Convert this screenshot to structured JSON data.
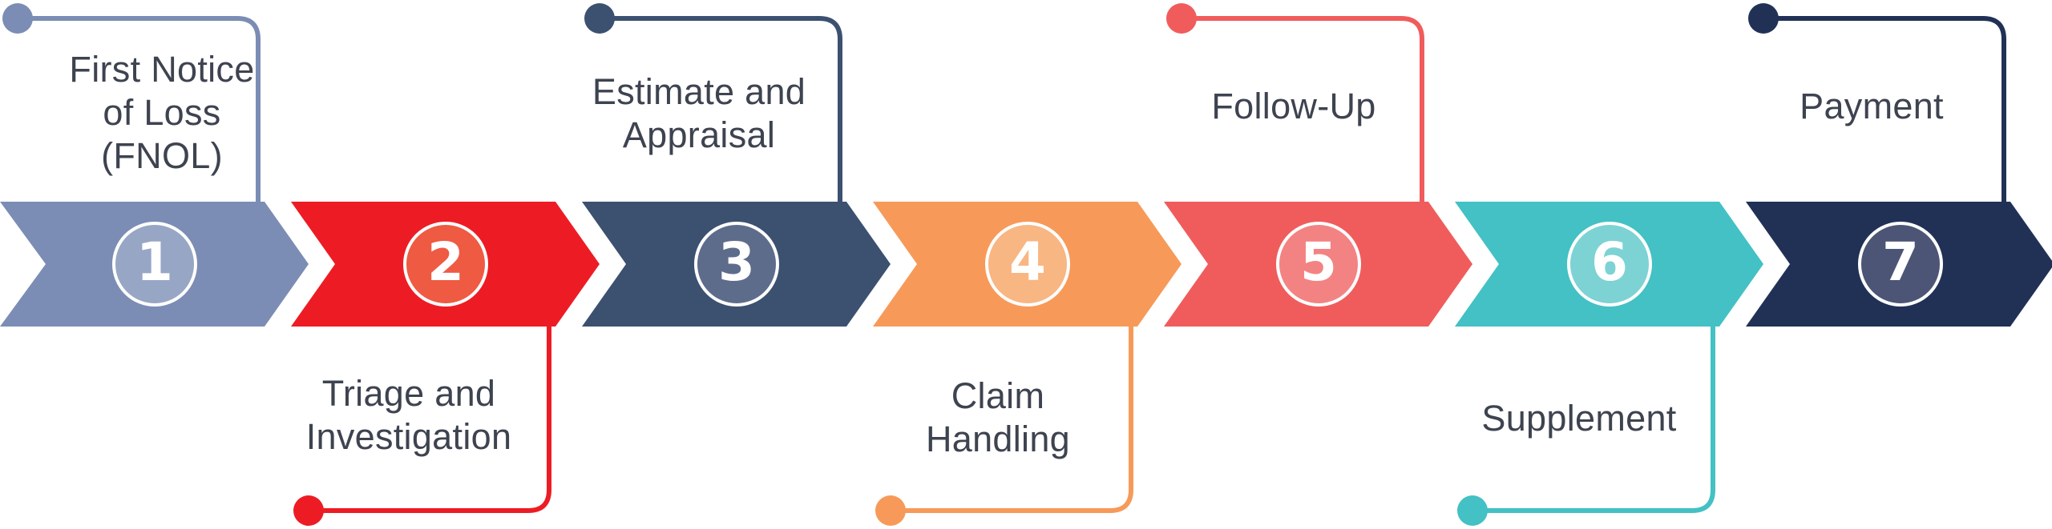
{
  "steps": [
    {
      "number": "1",
      "label": "First Notice\nof Loss\n(FNOL)",
      "color": "#7b8db4",
      "circle_fill": "#97a6c4",
      "label_side": "top"
    },
    {
      "number": "2",
      "label": "Triage and\nInvestigation",
      "color": "#ed1c24",
      "circle_fill": "#ef5a42",
      "label_side": "bottom"
    },
    {
      "number": "3",
      "label": "Estimate and\nAppraisal",
      "color": "#3c5070",
      "circle_fill": "#5e6c8c",
      "label_side": "top"
    },
    {
      "number": "4",
      "label": "Claim\nHandling",
      "color": "#f79a59",
      "circle_fill": "#f8b683",
      "label_side": "bottom"
    },
    {
      "number": "5",
      "label": "Follow-Up",
      "color": "#f05c5c",
      "circle_fill": "#f38383",
      "label_side": "top"
    },
    {
      "number": "6",
      "label": "Supplement",
      "color": "#43c1c4",
      "circle_fill": "#7dd2d4",
      "label_side": "bottom"
    },
    {
      "number": "7",
      "label": "Payment",
      "color": "#213156",
      "circle_fill": "#4c5575",
      "label_side": "top"
    }
  ]
}
